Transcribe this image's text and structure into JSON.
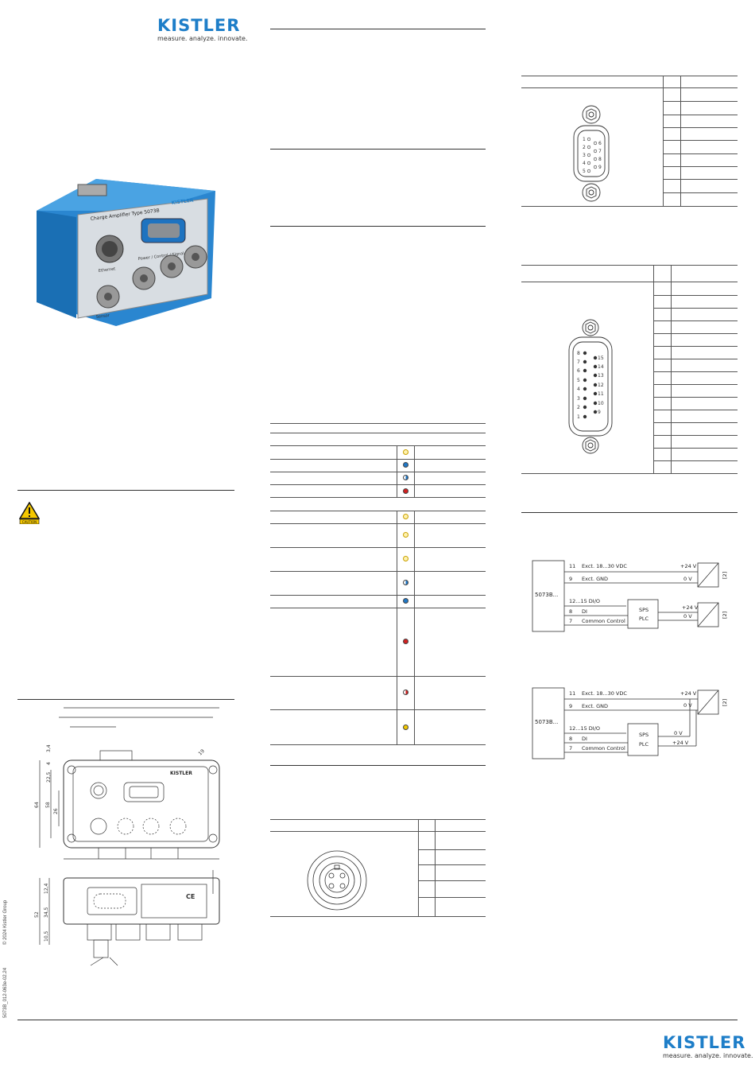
{
  "brand": {
    "name": "KISTLER",
    "tagline": "measure. analyze. innovate."
  },
  "product_photo": {
    "device_label": "Charge Amplifier Type 5073B",
    "port_ethernet": "Ethernet",
    "port_power": "Power / Control / Signal Out",
    "port_sensor": "Sensor"
  },
  "caution": {
    "label": "CAUTION"
  },
  "dimensions": {
    "d34": "3,4",
    "d4": "4",
    "d225": "22,5",
    "d58": "58",
    "d64": "64",
    "d26": "26",
    "d124": "12,4",
    "d345": "34,5",
    "d52": "52",
    "d105": "10,5",
    "d19": "19"
  },
  "led_colors": {
    "yellow": "#f2c800",
    "blue": "#1f78c8",
    "red": "#d42020"
  },
  "connector_9pin": {
    "left_pins": [
      "1",
      "2",
      "3",
      "4",
      "5"
    ],
    "right_pins": [
      "6",
      "7",
      "8",
      "9"
    ]
  },
  "connector_15pin": {
    "left_pins": [
      "8",
      "7",
      "6",
      "5",
      "4",
      "3",
      "2",
      "1"
    ],
    "right_pins": [
      "15",
      "14",
      "13",
      "12",
      "11",
      "10",
      "9"
    ]
  },
  "wiring1": {
    "device": "5073B...",
    "row11": "Exct. 18...30 VDC",
    "row9": "Exct. GND",
    "row1215": "12...15 DI/O",
    "row8": "DI",
    "row7": "Common Control",
    "pin11": "11",
    "pin9": "9",
    "pin8": "8",
    "pin7": "7",
    "plus24": "+24 V",
    "zero": "0 V",
    "plc1": "SPS",
    "plc2": "PLC",
    "supply": "[2]"
  },
  "wiring2": {
    "device": "5073B...",
    "row11": "Exct. 18...30 VDC",
    "row9": "Exct. GND",
    "row1215": "12...15 DI/O",
    "row8": "DI",
    "row7": "Common Control",
    "pin11": "11",
    "pin9": "9",
    "pin8": "8",
    "pin7": "7",
    "plus24": "+24 V",
    "zero": "0 V",
    "plc1": "SPS",
    "plc2": "PLC",
    "supply": "[2]"
  },
  "footer": {
    "copyright": "© 2024 Kistler Group",
    "docnum": "5073B_012-063e-02.24"
  }
}
